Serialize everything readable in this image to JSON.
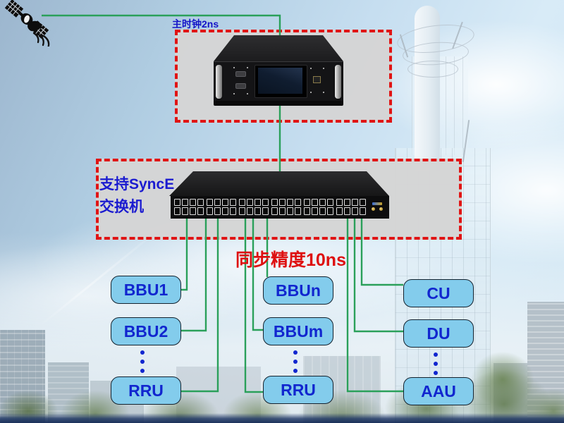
{
  "labels": {
    "master_clock": "主时钟2ns",
    "switch_line1": "支持SyncE",
    "switch_line2": "交换机",
    "sync_precision": "同步精度10ns"
  },
  "nodes": {
    "bbu1": "BBU1",
    "bbu2": "BBU2",
    "rru_left": "RRU",
    "bbun": "BBUn",
    "bbum": "BBUm",
    "rru_mid": "RRU",
    "cu": "CU",
    "du": "DU",
    "aau": "AAU"
  },
  "icons": {
    "satellite": "satellite-with-signal-waves"
  },
  "colors": {
    "wire_green": "#2aa05a",
    "dashed_red": "#e01414",
    "node_fill": "#83ccec",
    "node_text": "#1126cf",
    "label_blue": "#1414c8",
    "label_red": "#de1010"
  }
}
